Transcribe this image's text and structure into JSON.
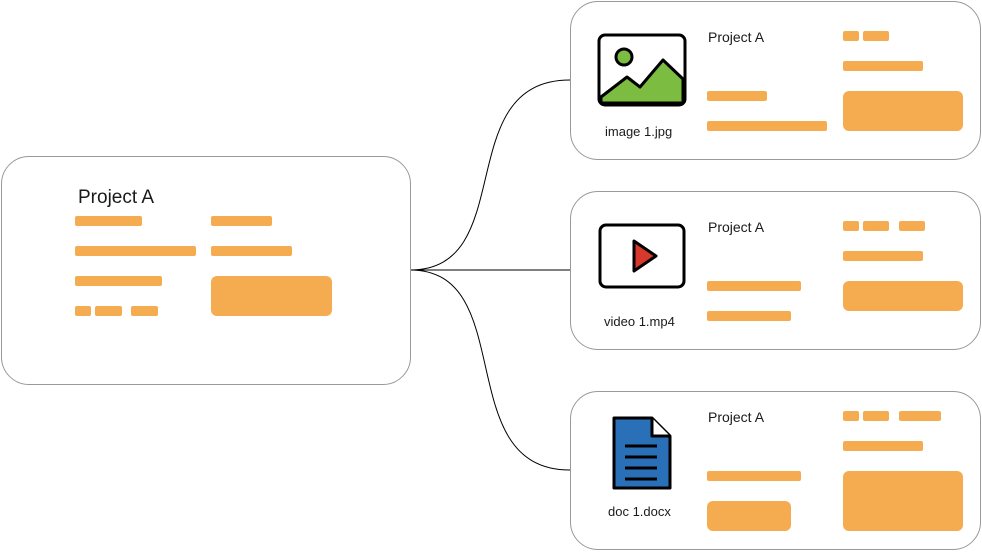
{
  "main_card": {
    "title": "Project A"
  },
  "cards": [
    {
      "title": "Project A",
      "file_name": "image 1.jpg",
      "icon": "image-icon"
    },
    {
      "title": "Project A",
      "file_name": "video 1.mp4",
      "icon": "video-play-icon"
    },
    {
      "title": "Project A",
      "file_name": "doc 1.docx",
      "icon": "document-icon"
    }
  ],
  "colors": {
    "placeholder": "#f5ac50",
    "border": "#999999",
    "image_green": "#7cbd41",
    "play_red": "#d9392a",
    "doc_blue": "#2a70b8"
  }
}
